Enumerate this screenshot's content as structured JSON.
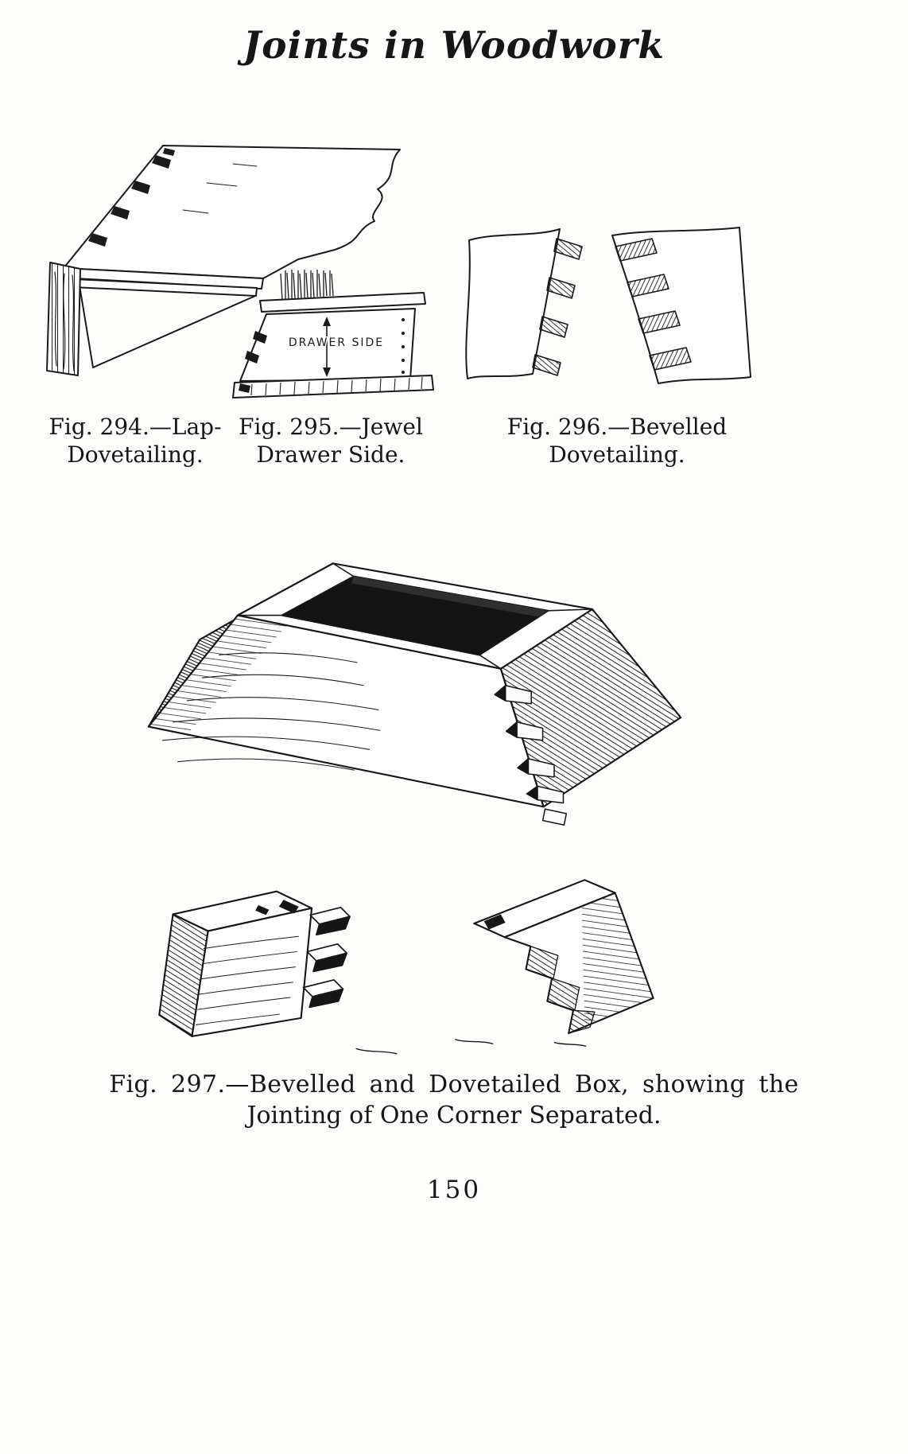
{
  "page": {
    "title": "Joints in Woodwork",
    "page_number": "150"
  },
  "figures": {
    "fig294": {
      "caption_line1": "Fig. 294.—Lap-",
      "caption_line2": "Dovetailing."
    },
    "fig295": {
      "caption_line1": "Fig. 295.—Jewel",
      "caption_line2": "Drawer Side.",
      "drawing_label": "DRAWER SIDE"
    },
    "fig296": {
      "caption_line1": "Fig. 296.—Bevelled",
      "caption_line2": "Dovetailing."
    },
    "fig297": {
      "caption_line1": "Fig. 297.—Bevelled and Dovetailed Box, showing the",
      "caption_line2": "Jointing of One Corner Separated."
    }
  }
}
